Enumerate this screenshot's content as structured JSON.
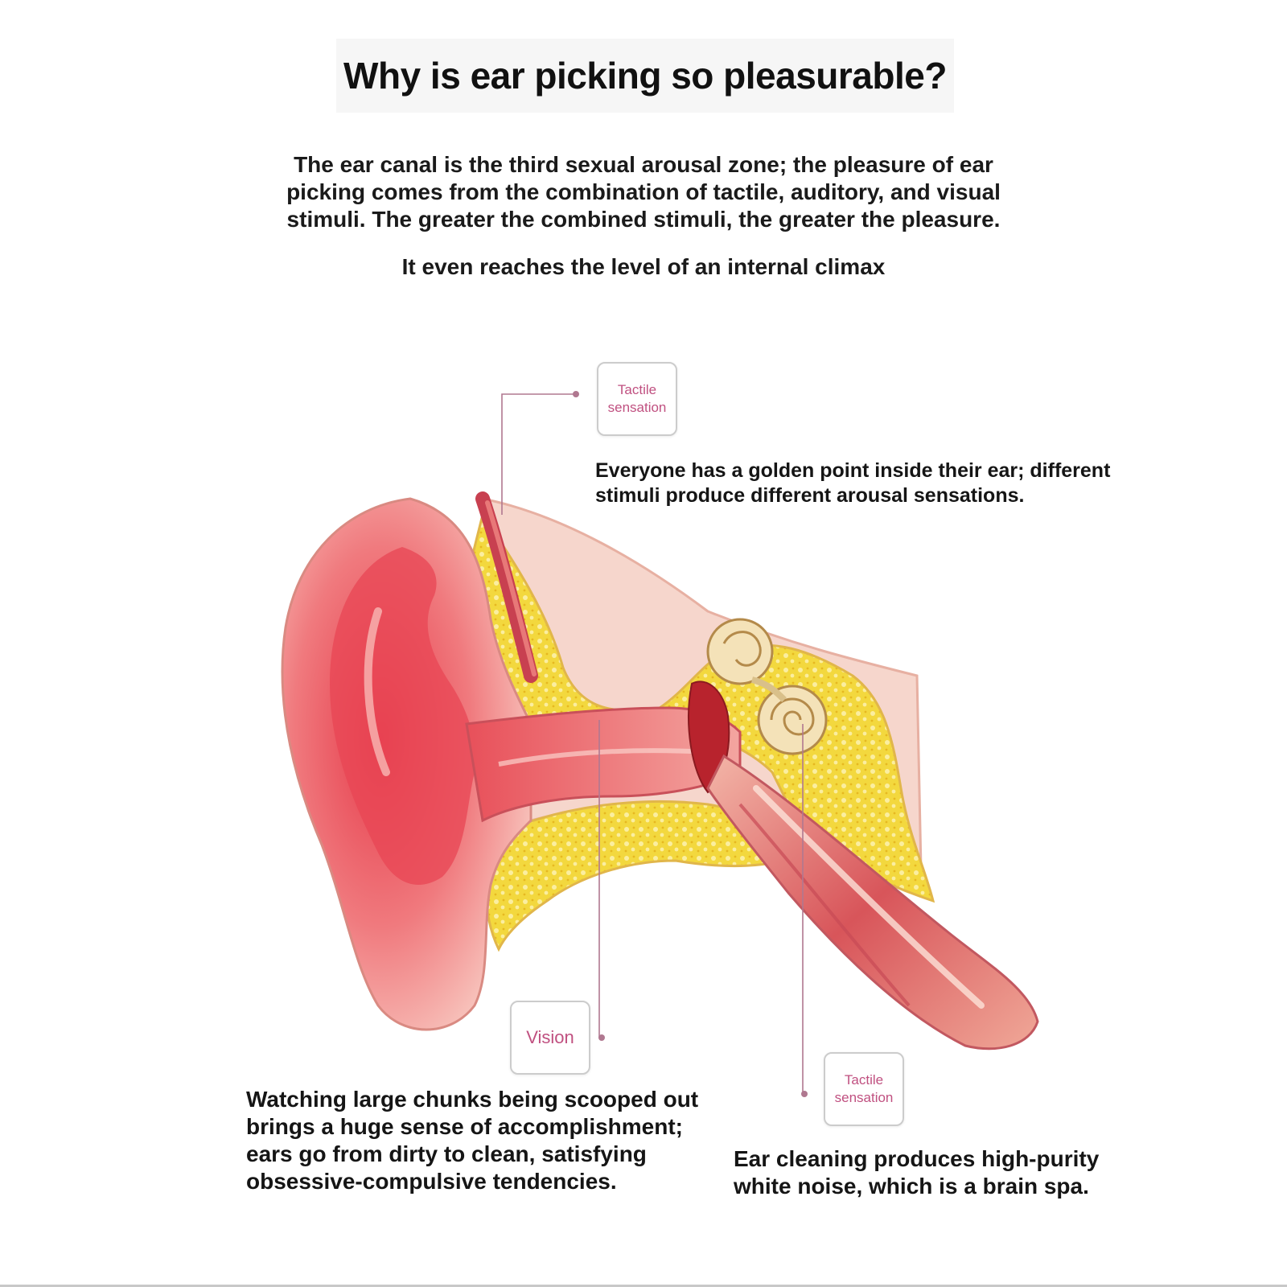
{
  "title": "Why is ear picking so pleasurable?",
  "intro_lines": [
    "The ear canal is the third sexual arousal zone; the pleasure of ear",
    "picking comes from the combination of tactile, auditory, and visual",
    "stimuli. The greater the combined stimuli, the greater the pleasure."
  ],
  "subtitle": "It even reaches the level of an internal climax",
  "labels": {
    "tactile_top": [
      "Tactile",
      "sensation"
    ],
    "vision": "Vision",
    "tactile_bottom": [
      "Tactile",
      "sensation"
    ]
  },
  "descriptions": {
    "golden_point": [
      "Everyone has a golden point inside their ear; different",
      "stimuli produce different arousal sensations."
    ],
    "accomplishment": [
      "Watching large chunks being scooped out",
      "brings a huge sense of accomplishment;",
      "ears go from dirty to clean, satisfying",
      "obsessive-compulsive tendencies."
    ],
    "white_noise": [
      "Ear cleaning produces high-purity",
      "white noise, which is a brain spa."
    ]
  },
  "colors": {
    "label_text": "#c05080",
    "leader_line": "#b07890",
    "skin_red": "#e2404f",
    "bone_yellow": "#f2d640"
  },
  "illustration": "ear-anatomy-cross-section"
}
